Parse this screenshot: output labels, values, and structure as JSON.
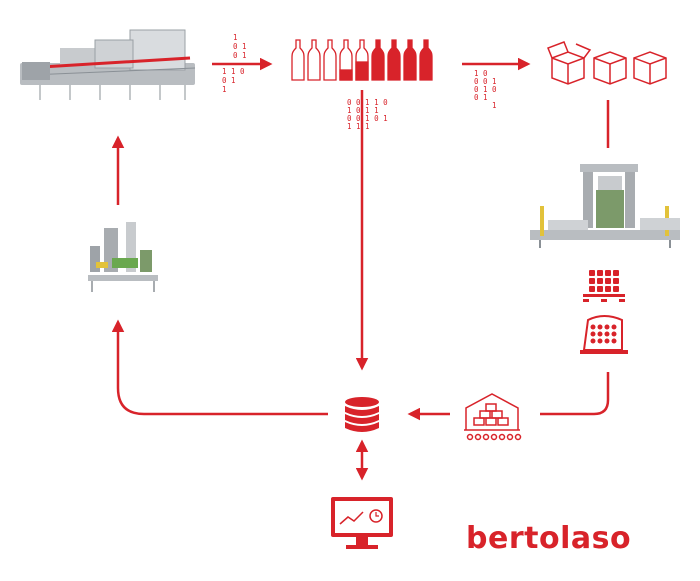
{
  "colors": {
    "accent": "#d8232a",
    "machine_grey": "#a8acb0",
    "machine_green": "#6aa84f",
    "machine_yellow": "#e2c23a",
    "background": "#ffffff"
  },
  "brand": {
    "logo_text": "bertolaso"
  },
  "binary_snippets": {
    "a": [
      "1",
      "0 1",
      "0 1",
      "",
      "1 1 0",
      "0   1",
      "1"
    ],
    "b": [
      "0 0 1 1 0",
      "1 0 1 1",
      "0 0 1 0 1",
      "1 1 1"
    ],
    "c": [
      "1 0",
      "0 0 1",
      "0 1 0",
      "  0 1",
      "1"
    ]
  },
  "icons": [
    "bottling-line-machine-image",
    "bottles-filling-icon",
    "boxes-icon",
    "palletizer-machine-image",
    "pallet-crates-icon",
    "warehouse-icon",
    "database-icon",
    "monitor-dashboard-icon",
    "labeling-machine-image"
  ]
}
